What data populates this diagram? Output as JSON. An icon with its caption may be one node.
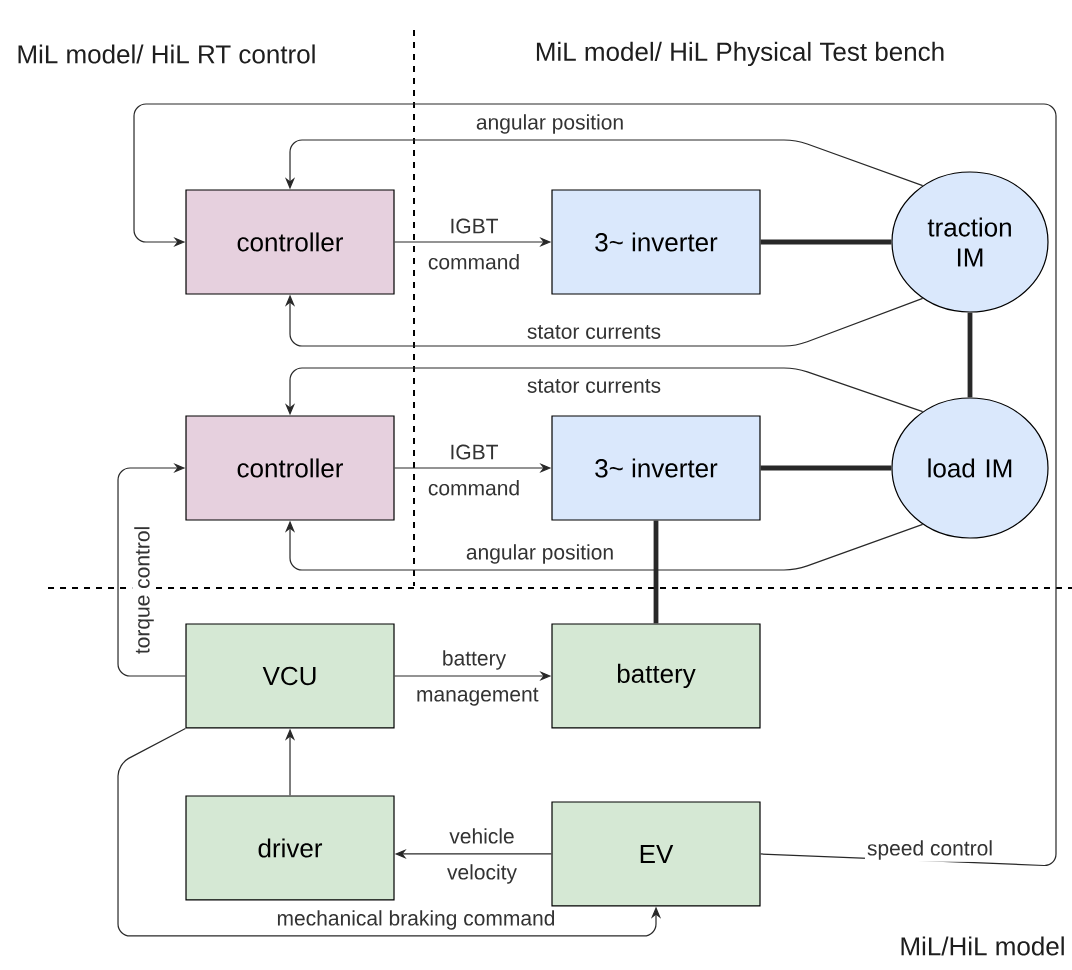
{
  "diagram": {
    "nodes": [
      {
        "text": [
          "controller"
        ]
      },
      {
        "text": [
          "3~ inverter"
        ]
      },
      {
        "text": [
          "traction IM"
        ]
      },
      {
        "text": [
          "controller"
        ]
      },
      {
        "text": [
          "3~ inverter"
        ]
      },
      {
        "text": [
          "load IM"
        ]
      },
      {
        "text": [
          "VCU"
        ]
      },
      {
        "text": [
          "battery"
        ]
      },
      {
        "text": [
          "driver"
        ]
      },
      {
        "text": [
          "EV"
        ]
      }
    ],
    "edges": [
      {
        "from": 0,
        "to": 1,
        "arrow": "to",
        "label": "IGBT command"
      },
      {
        "from": 1,
        "to": 2,
        "arrow": "none",
        "style": "thick"
      },
      {
        "from": 2,
        "to": 0,
        "arrow": "to",
        "label": "angular position"
      },
      {
        "from": 2,
        "to": 0,
        "arrow": "to",
        "label": "stator currents"
      },
      {
        "from": 2,
        "to": 5,
        "arrow": "none",
        "style": "thick"
      },
      {
        "from": 5,
        "to": 3,
        "arrow": "to",
        "label": "stator currents"
      },
      {
        "from": 3,
        "to": 4,
        "arrow": "to",
        "label": "IGBT command"
      },
      {
        "from": 4,
        "to": 5,
        "arrow": "none",
        "style": "thick"
      },
      {
        "from": 5,
        "to": 3,
        "arrow": "to",
        "label": "angular position"
      },
      {
        "from": 4,
        "to": 7,
        "arrow": "none",
        "style": "thick"
      },
      {
        "from": 6,
        "to": 3,
        "arrow": "to",
        "label": "torque control"
      },
      {
        "from": 6,
        "to": 7,
        "arrow": "to",
        "label": "battery management"
      },
      {
        "from": 8,
        "to": 6,
        "arrow": "to"
      },
      {
        "from": 9,
        "to": 8,
        "arrow": "to",
        "label": "vehicle velocity"
      },
      {
        "from": 6,
        "to": 9,
        "arrow": "to",
        "label": "mechanical braking command"
      },
      {
        "from": 9,
        "to": 0,
        "arrow": "to",
        "label": "speed control"
      }
    ],
    "labels": [
      "MiL model/ HiL RT control",
      "MiL model/ HiL Physical Test bench",
      "MiL/HiL model"
    ]
  }
}
